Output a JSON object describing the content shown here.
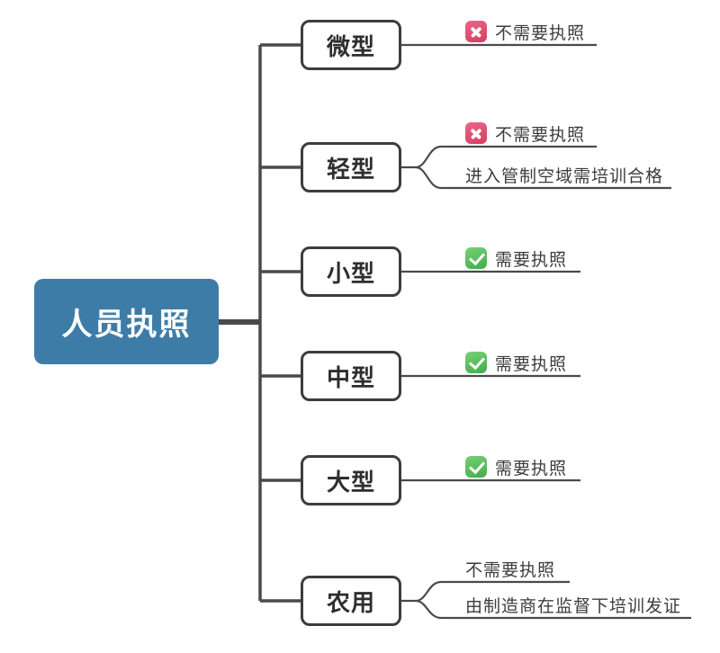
{
  "root": {
    "label": "人员执照"
  },
  "colors": {
    "root_bg": "#3E7CA8",
    "line": "#4A4A4A",
    "node_border": "#3D3D3D",
    "x_icon": "#E04F72",
    "check_icon": "#57BE5C",
    "leaf_text": "#3C3C3C"
  },
  "branches": [
    {
      "label": "微型",
      "leaves": [
        {
          "icon": "x-icon",
          "text": "不需要执照"
        }
      ]
    },
    {
      "label": "轻型",
      "leaves": [
        {
          "icon": "x-icon",
          "text": "不需要执照"
        },
        {
          "icon": "none",
          "text": "进入管制空域需培训合格"
        }
      ]
    },
    {
      "label": "小型",
      "leaves": [
        {
          "icon": "check-icon",
          "text": "需要执照"
        }
      ]
    },
    {
      "label": "中型",
      "leaves": [
        {
          "icon": "check-icon",
          "text": "需要执照"
        }
      ]
    },
    {
      "label": "大型",
      "leaves": [
        {
          "icon": "check-icon",
          "text": "需要执照"
        }
      ]
    },
    {
      "label": "农用",
      "leaves": [
        {
          "icon": "none",
          "text": "不需要执照"
        },
        {
          "icon": "none",
          "text": "由制造商在监督下培训发证"
        }
      ]
    }
  ]
}
